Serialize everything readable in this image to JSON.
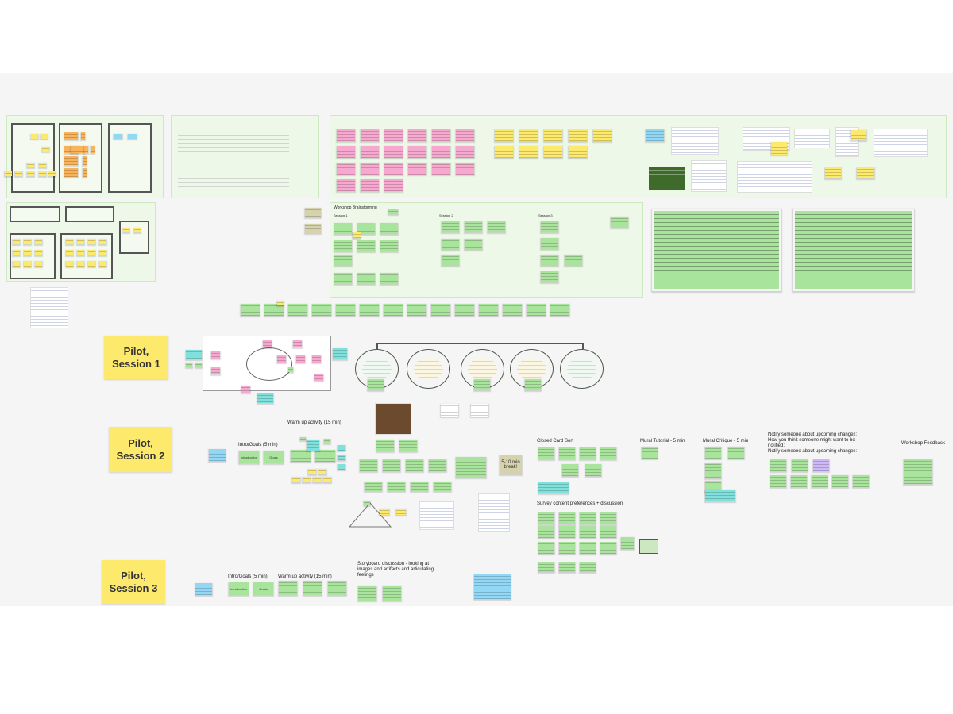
{
  "board": {
    "workshop_brainstorming": "Workshop Brainstorming",
    "session_1_col": "Session 1",
    "session_2_col": "Session 2",
    "session_3_col": "Session 3",
    "break_note": "5-10 min break!"
  },
  "pilots": [
    {
      "label": "Pilot, Session 1"
    },
    {
      "label": "Pilot, Session 2"
    },
    {
      "label": "Pilot, Session 3"
    }
  ],
  "session2": {
    "intro_heading": "Intro/Goals (5 min)",
    "intro_notes": [
      "Introduction",
      "Goals"
    ],
    "warmup_heading": "Warm up activity (15 min)",
    "card_sort_heading": "Closed Card Sort",
    "survey_heading": "Survey content preferences + discussion",
    "tutorial_heading": "Mural Tutorial - 5 min",
    "critique_heading": "Mural Critique - 5 min",
    "notify_heading": "Notify someone about upcoming changes: How you think someone might want to be notified:",
    "notify_heading_2": "Notify someone about upcoming changes:",
    "feedback_heading": "Workshop Feedback"
  },
  "session3": {
    "intro_heading": "Intro/Goals (5 min)",
    "intro_notes": [
      "Introduction",
      "Goals"
    ],
    "warmup_heading": "Warm up activity (15 min)",
    "storyboard_heading": "Storyboard discussion - looking at images and artifacts and articulating feelings"
  }
}
